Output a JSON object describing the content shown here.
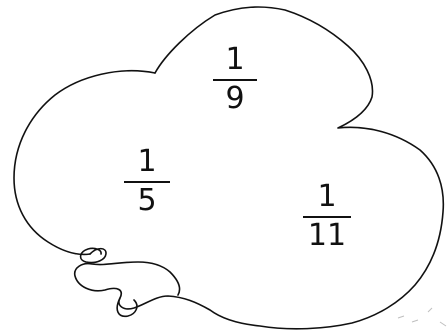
{
  "fractions": [
    {
      "numerator": "1",
      "denominator": "9"
    },
    {
      "numerator": "1",
      "denominator": "5"
    },
    {
      "numerator": "1",
      "denominator": "11"
    }
  ],
  "colors": {
    "ink": "#111111",
    "background": "#ffffff",
    "faint_marks": "#bfbfbf"
  }
}
